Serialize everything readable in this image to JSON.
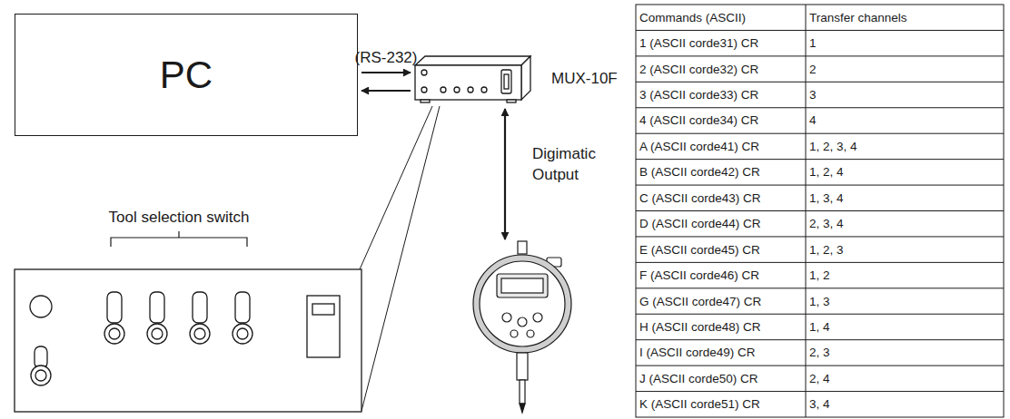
{
  "diagram": {
    "nodes": [
      {
        "text": [
          "PC"
        ]
      },
      {
        "text": [
          "MUX-10F"
        ]
      }
    ],
    "edges": [
      {
        "from": 0,
        "to": 1,
        "arrow": "to",
        "label": "(RS-232)"
      },
      {
        "from": 1,
        "to": 0,
        "arrow": "to"
      }
    ],
    "labels": [
      "Digimatic Output",
      "Tool selection switch",
      "Commands (ASCII)",
      "Transfer channels",
      "1 (ASCII corde31) CR",
      "1",
      "2 (ASCII corde32) CR",
      "2",
      "3 (ASCII corde33) CR",
      "3",
      "4 (ASCII corde34) CR",
      "4",
      "A (ASCII corde41) CR",
      "1, 2, 3, 4",
      "B (ASCII corde42) CR",
      "1, 2, 4",
      "C (ASCII corde43) CR",
      "1, 3, 4",
      "D (ASCII corde44) CR",
      "2, 3, 4",
      "E (ASCII corde45) CR",
      "1, 2, 3",
      "F (ASCII corde46) CR",
      "1, 2",
      "G (ASCII corde47) CR",
      "1, 3",
      "H (ASCII corde48) CR",
      "1, 4",
      "I (ASCII corde49) CR",
      "2, 3",
      "J (ASCII corde50) CR",
      "2, 4",
      "K (ASCII corde51) CR",
      "3, 4"
    ]
  }
}
